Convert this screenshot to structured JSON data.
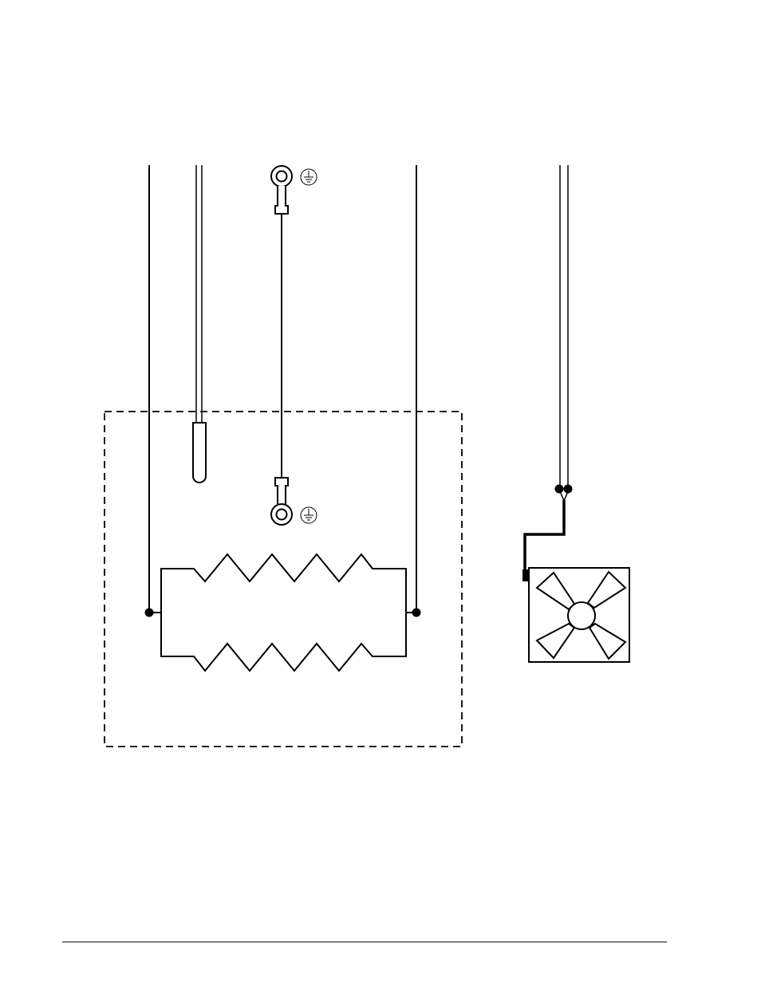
{
  "diagram": {
    "type": "wiring-schematic",
    "components": [
      "supply-wire-left",
      "thermostat-probe",
      "ground-terminal-top",
      "ground-terminal-bottom",
      "supply-wire-right",
      "heating-element-top",
      "heating-element-bottom",
      "enclosure-boundary",
      "fan-wires",
      "fan"
    ],
    "icons": {
      "ground": "ground-symbol-icon",
      "fan": "fan-icon"
    },
    "colors": {
      "line": "#000000",
      "background": "#ffffff"
    }
  }
}
